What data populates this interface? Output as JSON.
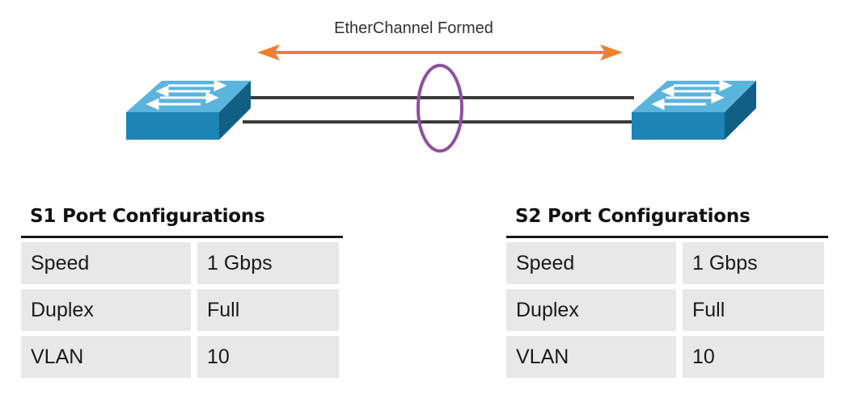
{
  "diagram": {
    "caption": "EtherChannel Formed",
    "switch_left_icon": "switch-icon",
    "switch_right_icon": "switch-icon",
    "bundle_icon": "etherchannel-bundle-icon",
    "arrow_icon": "double-arrow-icon",
    "colors": {
      "arrow": "#f08029",
      "bundle_ring": "#8e4fa0",
      "links": "#3a3a3a",
      "switch_body": "#1d84b5"
    }
  },
  "s1": {
    "title": "S1 Port Configurations",
    "rows": [
      {
        "setting": "Speed",
        "value": "1 Gbps"
      },
      {
        "setting": "Duplex",
        "value": "Full"
      },
      {
        "setting": "VLAN",
        "value": "10"
      }
    ]
  },
  "s2": {
    "title": "S2 Port Configurations",
    "rows": [
      {
        "setting": "Speed",
        "value": "1 Gbps"
      },
      {
        "setting": "Duplex",
        "value": "Full"
      },
      {
        "setting": "VLAN",
        "value": "10"
      }
    ]
  }
}
